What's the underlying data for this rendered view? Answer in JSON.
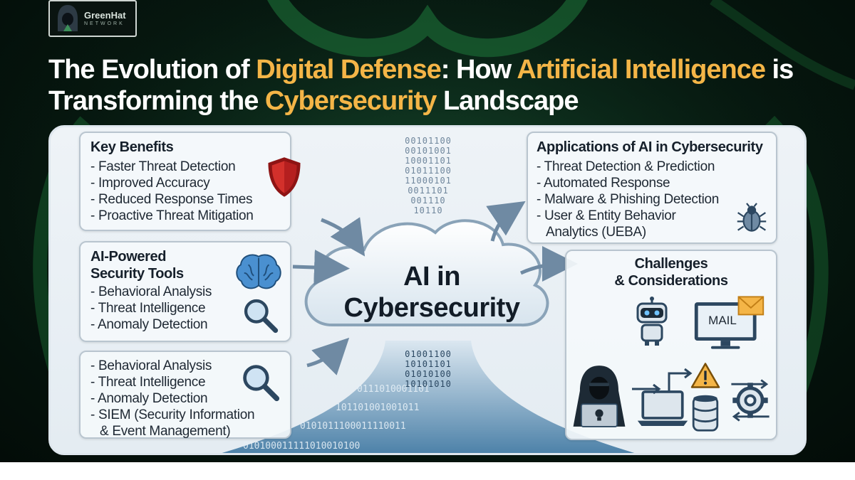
{
  "brand": {
    "name": "GreenHat",
    "sub": "NETWORK"
  },
  "title": {
    "parts": [
      {
        "text": "The Evolution of ",
        "hl": false
      },
      {
        "text": "Digital Defense",
        "hl": true
      },
      {
        "text": ": How ",
        "hl": false
      },
      {
        "text": "Artificial Intelligence",
        "hl": true
      },
      {
        "text": " is Transforming the ",
        "hl": false
      },
      {
        "text": "Cybersecurity",
        "hl": true
      },
      {
        "text": " Landscape",
        "hl": false
      }
    ]
  },
  "colors": {
    "highlight": "#f4b547",
    "banner": "#06170f",
    "card": "#e8eff4"
  },
  "center": {
    "line1": "AI in",
    "line2": "Cybersecurity"
  },
  "binary_top": [
    "00101100",
    "00101001",
    "10001101",
    "01011100",
    "11000101",
    "0011101",
    "001110",
    "10110"
  ],
  "binary_bottom": [
    "01001100",
    "10101101",
    "01010100",
    "10101010"
  ],
  "key_benefits": {
    "title": "Key Benefits",
    "items": [
      "- Faster Threat Detection",
      "- Improved Accuracy",
      "- Reduced Response Times",
      "- Proactive Threat Mitigation"
    ],
    "icon": "shield-icon"
  },
  "tools": {
    "title_line1": "AI-Powered",
    "title_line2": "Security Tools",
    "items": [
      "- Behavioral Analysis",
      "- Threat Intelligence",
      "- Anomaly Detection"
    ],
    "icons": [
      "brain-icon",
      "magnifier-icon"
    ]
  },
  "more_tools": {
    "items": [
      "- Behavioral Analysis",
      "- Threat Intelligence",
      "- Anomaly Detection",
      "- SIEM (Security Information",
      "& Event Management)"
    ],
    "icon": "magnifier-icon"
  },
  "applications": {
    "title": "Applications of AI in Cybersecurity",
    "items": [
      "- Threat Detection & Prediction",
      "- Automated Response",
      "- Malware & Phishing Detection",
      "- User & Entity Behavior",
      "Analytics (UEBA)"
    ],
    "icon": "bug-icon"
  },
  "challenges": {
    "title_line1": "Challenges",
    "title_line2": "& Considerations",
    "mail_label": "MAIL",
    "icons": [
      "robot-icon",
      "monitor-mail-icon",
      "hacker-icon",
      "laptop-icon",
      "warning-icon",
      "database-icon",
      "gear-icon"
    ]
  }
}
